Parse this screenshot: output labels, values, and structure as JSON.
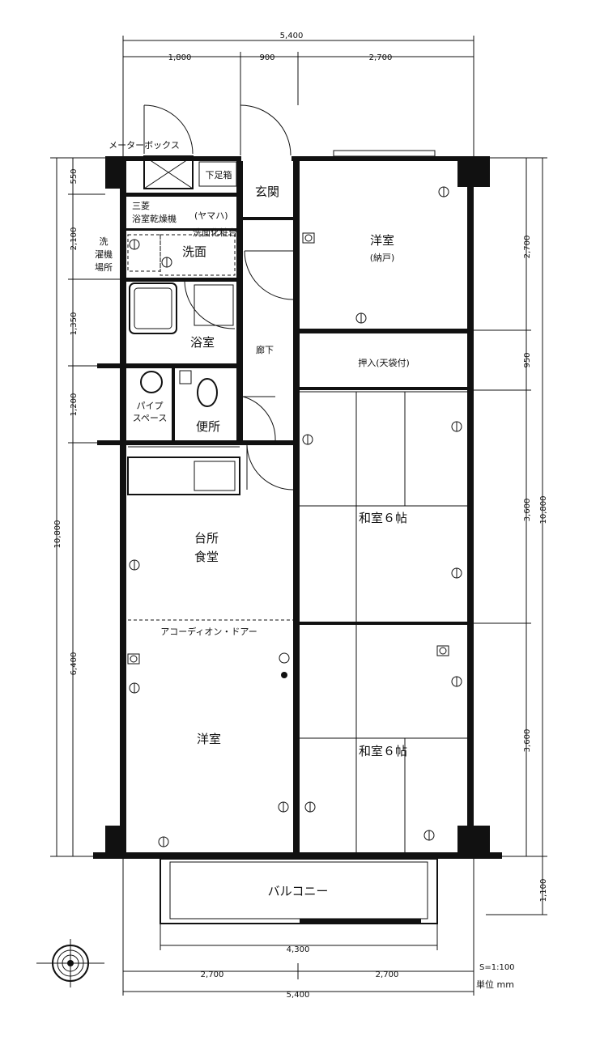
{
  "dimensions": {
    "top_total": "5,400",
    "top_left": "1,800",
    "top_mid": "900",
    "top_right": "2,700",
    "left_1": "550",
    "left_2": "2,100",
    "left_3": "1,350",
    "left_4": "1,200",
    "left_total": "10,800",
    "left_5": "6,400",
    "right_1": "2,700",
    "right_2": "950",
    "right_3": "3,600",
    "right_total": "10,800",
    "right_4": "3,600",
    "right_balcony": "1,100",
    "balcony_width": "4,300",
    "bottom_left": "2,700",
    "bottom_right": "2,700",
    "bottom_total": "5,400"
  },
  "rooms": {
    "meter_box": "メーターボックス",
    "shoe_box": "下足箱",
    "entrance": "玄関",
    "western_room_north": "洋室",
    "western_room_north_note": "(納戸)",
    "dryer_label_1": "三菱",
    "dryer_label_2": "浴室乾燥機",
    "dryer_maker": "(ヤマハ)",
    "vanity": "洗面化粧台",
    "washroom": "洗面",
    "laundry_1": "洗",
    "laundry_2": "濯機",
    "laundry_3": "場所",
    "bathroom": "浴室",
    "hallway": "廊下",
    "closet": "押入(天袋付)",
    "pipe_space_1": "パイプ",
    "pipe_space_2": "スペース",
    "toilet": "便所",
    "japanese_room_1": "和室６帖",
    "kitchen_1": "台所",
    "kitchen_2": "食堂",
    "accordion_door": "アコーディオン・ドアー",
    "western_room_south": "洋室",
    "japanese_room_2": "和室６帖",
    "balcony": "バルコニー"
  },
  "legend": {
    "scale": "S=1:100",
    "unit": "単位 mm"
  }
}
